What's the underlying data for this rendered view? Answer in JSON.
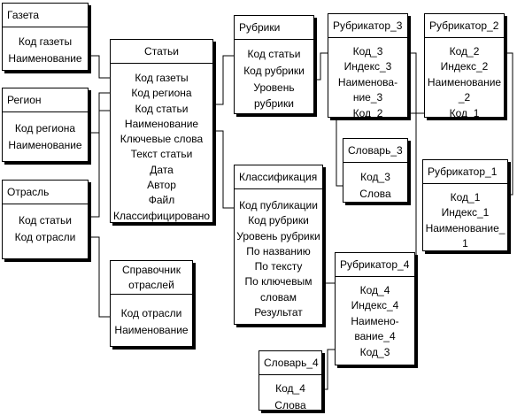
{
  "entities": {
    "gazeta": {
      "title": "Газета",
      "fields": [
        "Код газеты",
        "Наименование"
      ]
    },
    "region": {
      "title": "Регион",
      "fields": [
        "Код региона",
        "Наименование"
      ]
    },
    "otrasl": {
      "title": "Отрасль",
      "fields": [
        "Код статьи",
        "Код отрасли"
      ]
    },
    "stati": {
      "title": "Статьи",
      "fields": [
        "Код газеты",
        "Код региона",
        "Код статьи",
        "Наименование",
        "Ключевые слова",
        "Текст статьи",
        "Дата",
        "Автор",
        "Файл",
        "Классифицировано"
      ]
    },
    "spravochnik": {
      "title_lines": [
        "Справочник",
        "отраслей"
      ],
      "fields": [
        "Код отрасли",
        "Наименование"
      ]
    },
    "rubriki": {
      "title": "Рубрики",
      "fields": [
        "Код статьи",
        "Код рубрики",
        "Уровень",
        "рубрики"
      ]
    },
    "klassifikaciya": {
      "title": "Классификация",
      "fields": [
        "Код публикации",
        "Код рубрики",
        "Уровень рубрики",
        "По названию",
        "По тексту",
        "По ключевым",
        "словам",
        "Результат"
      ]
    },
    "rubrikator3": {
      "title": "Рубрикатор_3",
      "fields": [
        "Код_3",
        "Индекс_3",
        "Наименова-",
        "ние_3",
        "Код_2"
      ]
    },
    "rubrikator2": {
      "title": "Рубрикатор_2",
      "fields": [
        "Код_2",
        "Индекс_2",
        "Наименование",
        "_2",
        "Код_1"
      ]
    },
    "slovar3": {
      "title": "Словарь_3",
      "fields": [
        "Код_3",
        "Слова"
      ]
    },
    "rubrikator1": {
      "title": "Рубрикатор_1",
      "fields": [
        "Код_1",
        "Индекс_1",
        "Наименование_",
        "1"
      ]
    },
    "rubrikator4": {
      "title": "Рубрикатор_4",
      "fields": [
        "Код_4",
        "Индекс_4",
        "Наимено-",
        "вание_4",
        "Код_3"
      ]
    },
    "slovar4": {
      "title": "Словарь_4",
      "fields": [
        "Код_4",
        "Слова"
      ]
    }
  }
}
